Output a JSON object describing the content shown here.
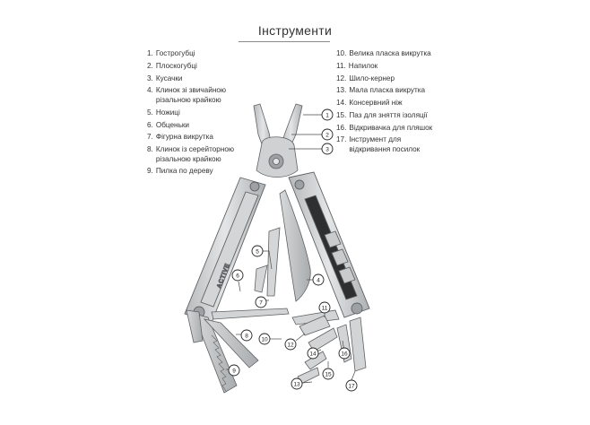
{
  "title": "Інструменти",
  "brand": "ACTIVE",
  "legend_left": [
    {
      "num": "1.",
      "text": "Гострогубці"
    },
    {
      "num": "2.",
      "text": "Плоскогубці"
    },
    {
      "num": "3.",
      "text": "Кусачки"
    },
    {
      "num": "4.",
      "text": "Клинок зі звичайною різальною крайкою"
    },
    {
      "num": "5.",
      "text": "Ножиці"
    },
    {
      "num": "6.",
      "text": "Обценьки"
    },
    {
      "num": "7.",
      "text": "Фігурна викрутка"
    },
    {
      "num": "8.",
      "text": "Клинок із серейторною різальною крайкою"
    },
    {
      "num": "9.",
      "text": "Пилка по дереву"
    }
  ],
  "legend_right": [
    {
      "num": "10.",
      "text": "Велика пласка викрутка"
    },
    {
      "num": "11.",
      "text": "Напилок"
    },
    {
      "num": "12.",
      "text": "Шило-кернер"
    },
    {
      "num": "13.",
      "text": "Мала пласка викрутка"
    },
    {
      "num": "14.",
      "text": "Консервний ніж"
    },
    {
      "num": "15.",
      "text": "Паз для зняття ізоляції"
    },
    {
      "num": "16.",
      "text": "Відкривачка для пляшок"
    },
    {
      "num": "17.",
      "text": "Інструмент для відкривання посилок"
    }
  ],
  "callouts": [
    "1",
    "2",
    "3",
    "4",
    "5",
    "6",
    "7",
    "8",
    "9",
    "10",
    "11",
    "12",
    "13",
    "14",
    "15",
    "16",
    "17"
  ],
  "colors": {
    "steel": "#c9cbcc",
    "steel_dark": "#8e9193",
    "steel_light": "#e6e7e8",
    "black": "#2b2b2b",
    "outline": "#5f6264"
  }
}
